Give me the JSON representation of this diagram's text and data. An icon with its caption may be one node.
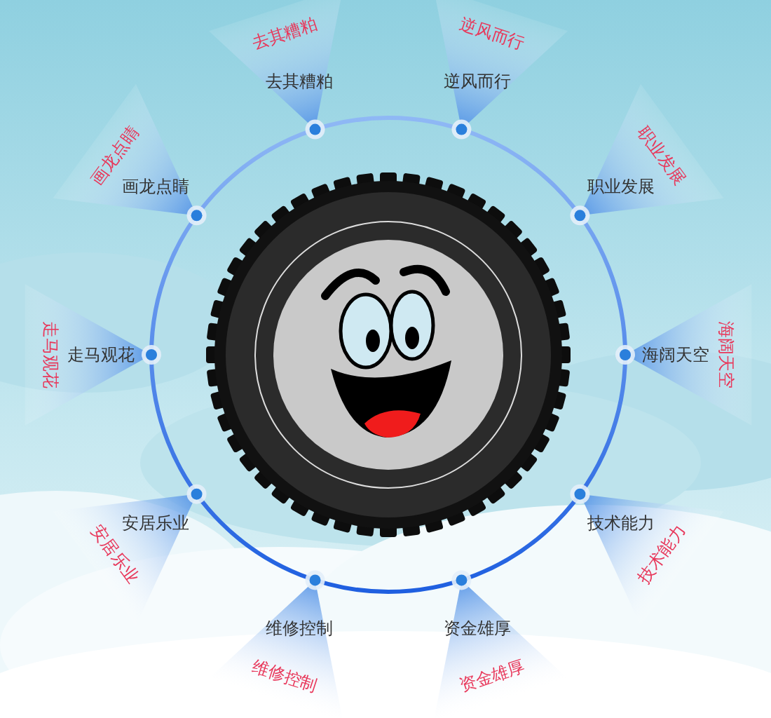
{
  "diagram": {
    "labels": [
      "去其糟粕",
      "去其糟粕",
      "逆风而行",
      "逆风而行",
      "职业发展",
      "职业发展",
      "海阔天空",
      "海阔天空",
      "技术能力",
      "技术能力",
      "资金雄厚",
      "资金雄厚",
      "维修控制",
      "维修控制",
      "安居乐业",
      "安居乐业",
      "走马观花",
      "走马观花",
      "画龙点睛",
      "画龙点睛"
    ]
  }
}
